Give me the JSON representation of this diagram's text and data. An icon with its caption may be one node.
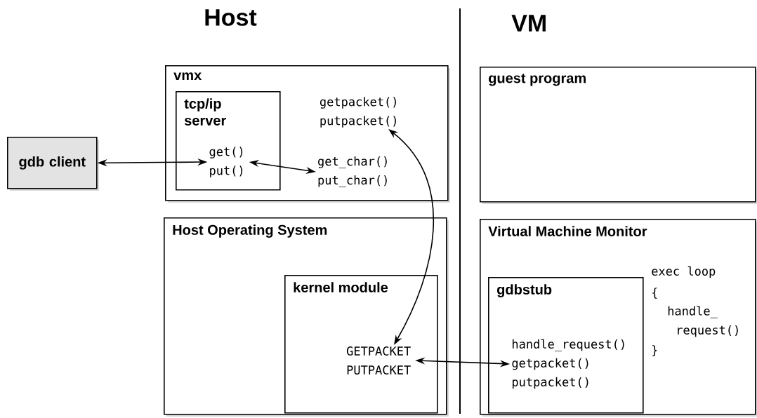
{
  "diagram": {
    "nodes": [
      {
        "text": [
          "gdb client"
        ]
      },
      {
        "text": [
          "vmx"
        ]
      },
      {
        "text": [
          "tcp/ip server"
        ],
        "in": 1
      },
      {
        "text": [
          "get() put()"
        ],
        "in": 2
      },
      {
        "text": [
          "getpacket() putpacket()"
        ],
        "in": 1
      },
      {
        "text": [
          "get_char() put_char()"
        ],
        "in": 1
      },
      {
        "text": [
          "guest program"
        ]
      },
      {
        "text": [
          "Host Operating System"
        ]
      },
      {
        "text": [
          "kernel module"
        ],
        "in": 7
      },
      {
        "text": [
          "GETPACKET PUTPACKET"
        ],
        "in": 8
      },
      {
        "text": [
          "Virtual Machine Monitor"
        ]
      },
      {
        "text": [
          "gdbstub"
        ],
        "in": 10
      },
      {
        "text": [
          "handle_request() getpacket() putpacket()"
        ],
        "in": 11
      }
    ],
    "edges": [
      {
        "from": 0,
        "to": 3,
        "arrow": "both"
      },
      {
        "from": 3,
        "to": 5,
        "arrow": "both"
      },
      {
        "from": 4,
        "to": 9,
        "arrow": "both"
      },
      {
        "from": 9,
        "to": 12,
        "arrow": "both"
      }
    ],
    "labels": [
      "Host",
      "VM",
      "exec loop",
      "{",
      "handle_",
      "request()",
      "}"
    ]
  }
}
